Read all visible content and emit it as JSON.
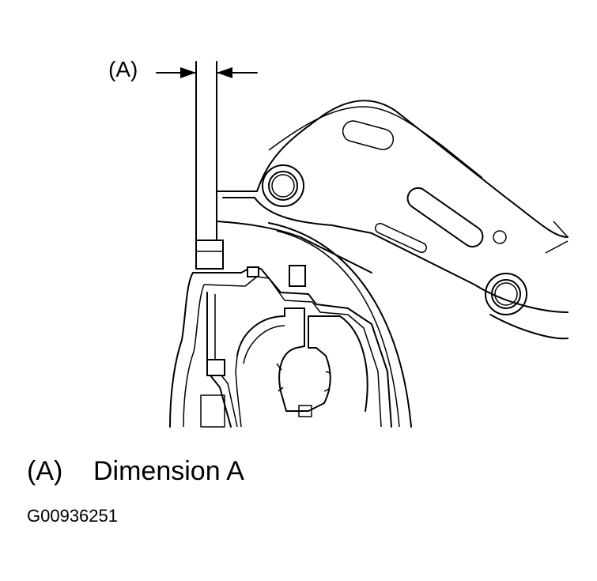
{
  "callout": {
    "label": "(A)"
  },
  "legend": {
    "key": "(A)",
    "text": "Dimension A"
  },
  "figure_id": "G00936251"
}
